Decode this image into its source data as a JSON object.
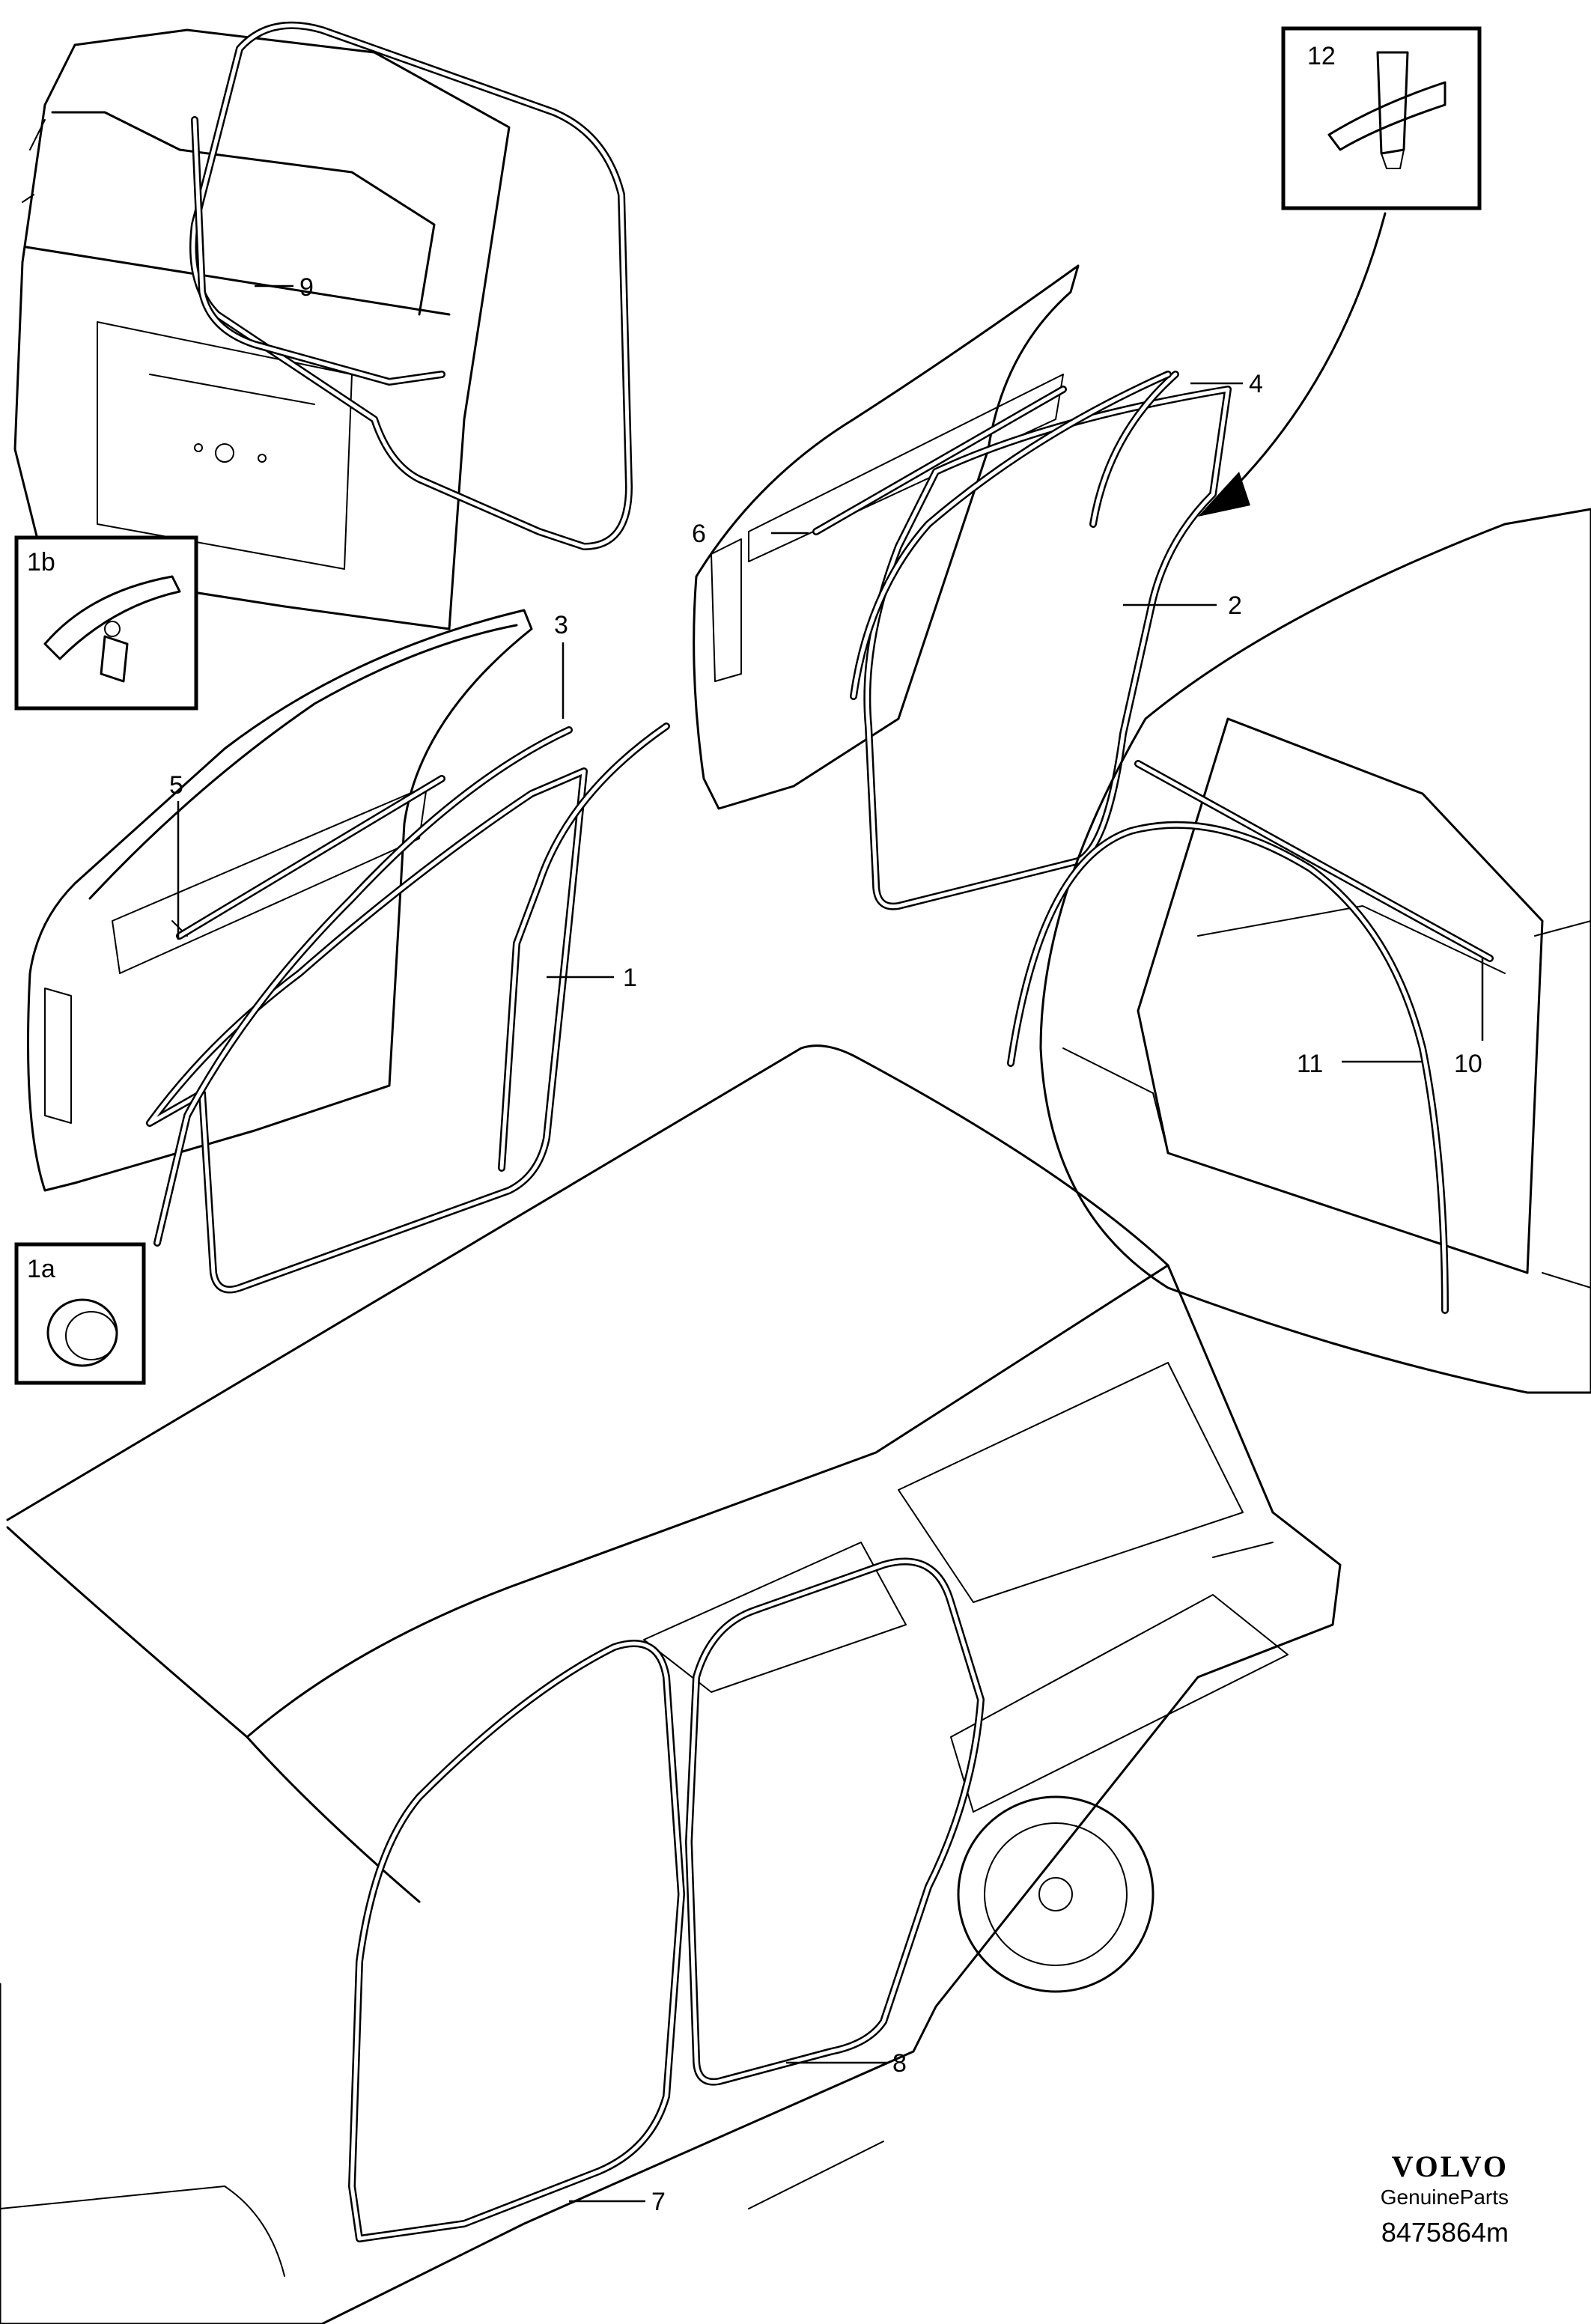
{
  "callouts": {
    "c1": "1",
    "c1a": "1a",
    "c1b": "1b",
    "c2": "2",
    "c3": "3",
    "c4": "4",
    "c5": "5",
    "c6": "6",
    "c7": "7",
    "c8": "8",
    "c9": "9",
    "c10": "10",
    "c11": "11",
    "c12": "12"
  },
  "brand": {
    "logo": "VOLVO",
    "tagline": "GenuineParts",
    "drawing_number": "8475864m"
  }
}
